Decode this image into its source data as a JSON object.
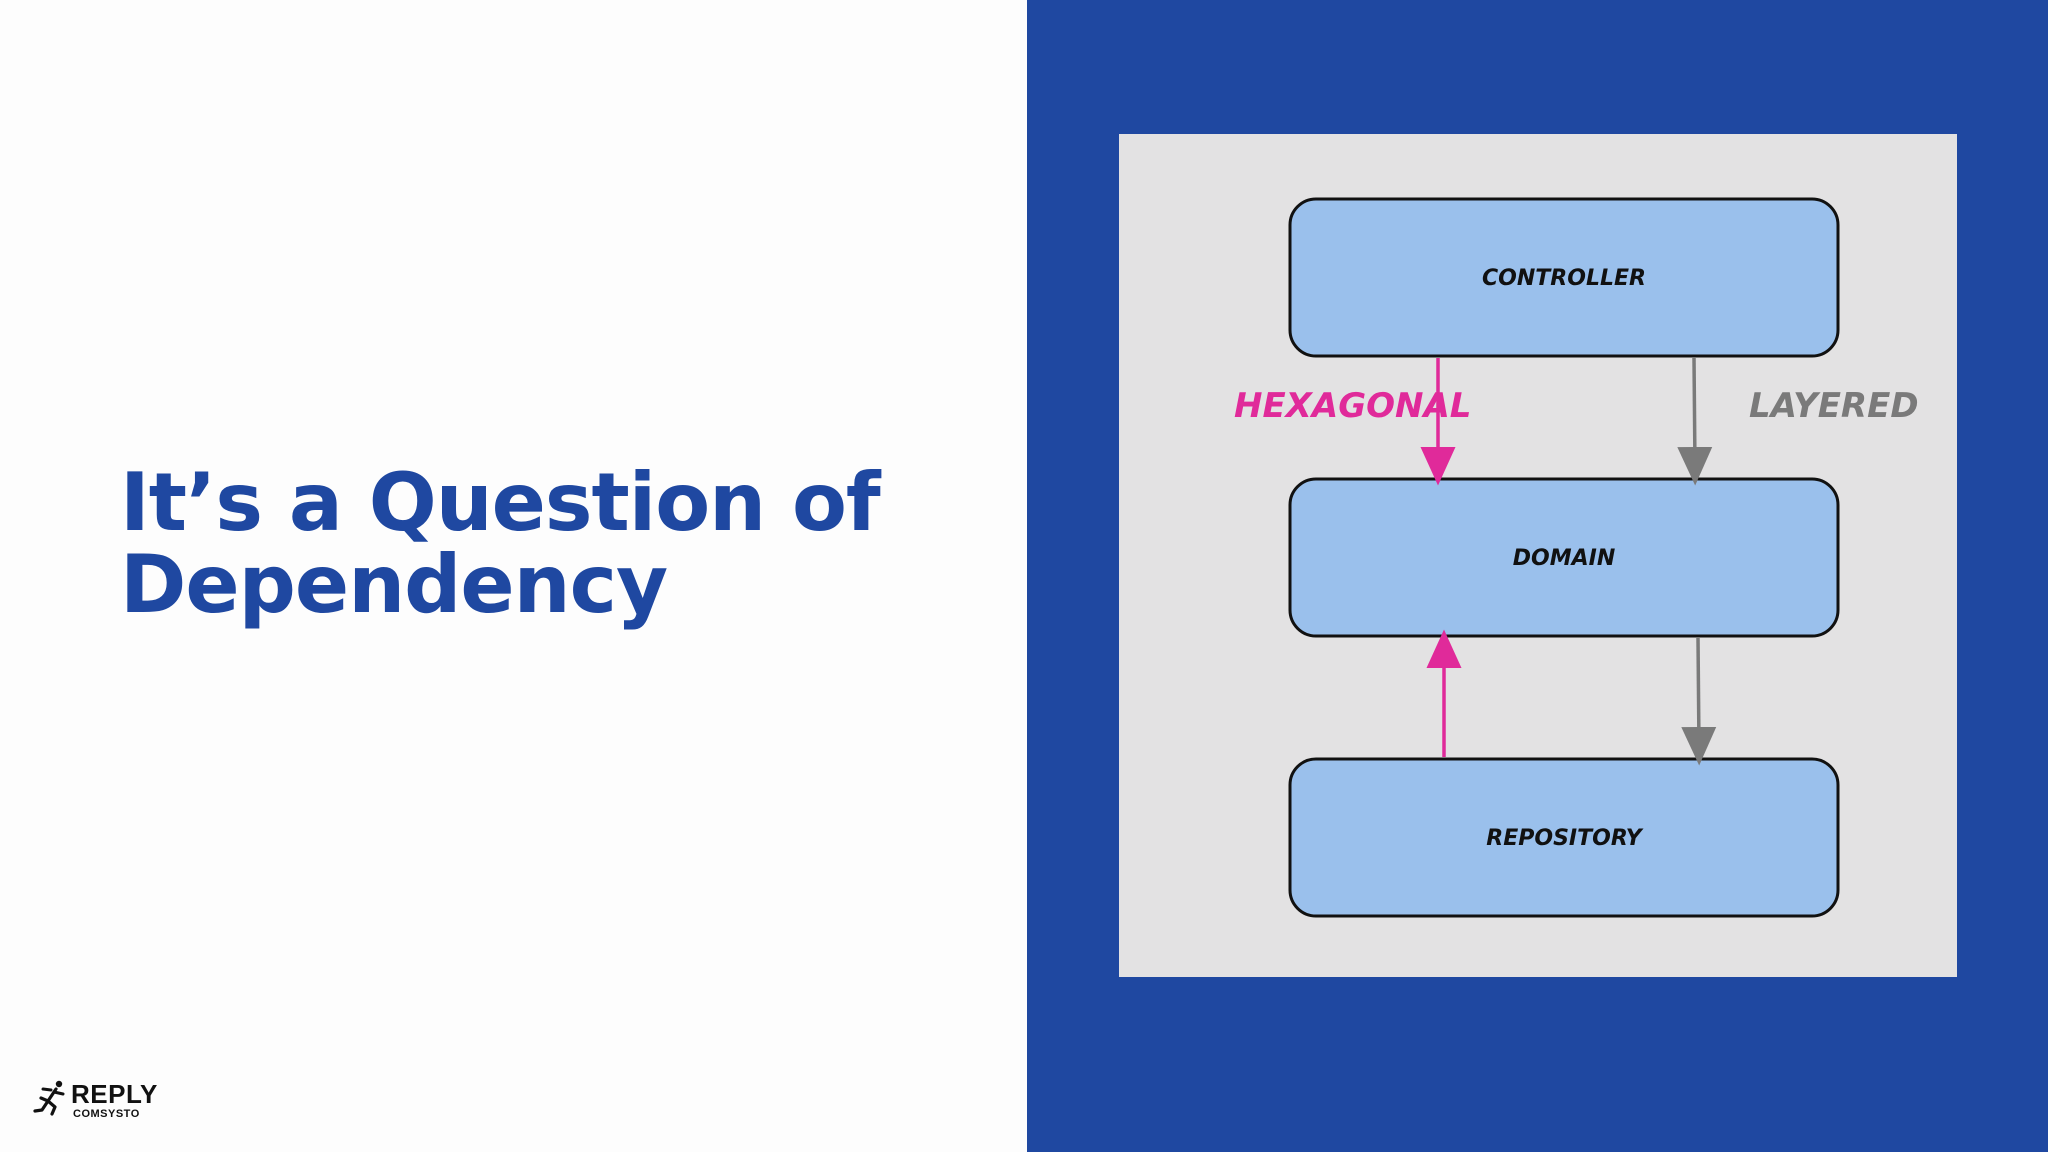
{
  "slide": {
    "title_line1": "It’s a Question of",
    "title_line2": "Dependency"
  },
  "diagram": {
    "boxes": {
      "top": "CONTROLLER",
      "middle": "DOMAIN",
      "bottom": "REPOSITORY"
    },
    "labels": {
      "left": "HEXAGONAL",
      "right": "LAYERED"
    },
    "colors": {
      "hexagonal": "#e02a9a",
      "layered": "#7a7a7a",
      "box_fill": "#9ac0ec"
    }
  },
  "logo": {
    "brand": "REPLY",
    "sub": "COMSYSTO",
    "icon": "running-figure-icon"
  }
}
